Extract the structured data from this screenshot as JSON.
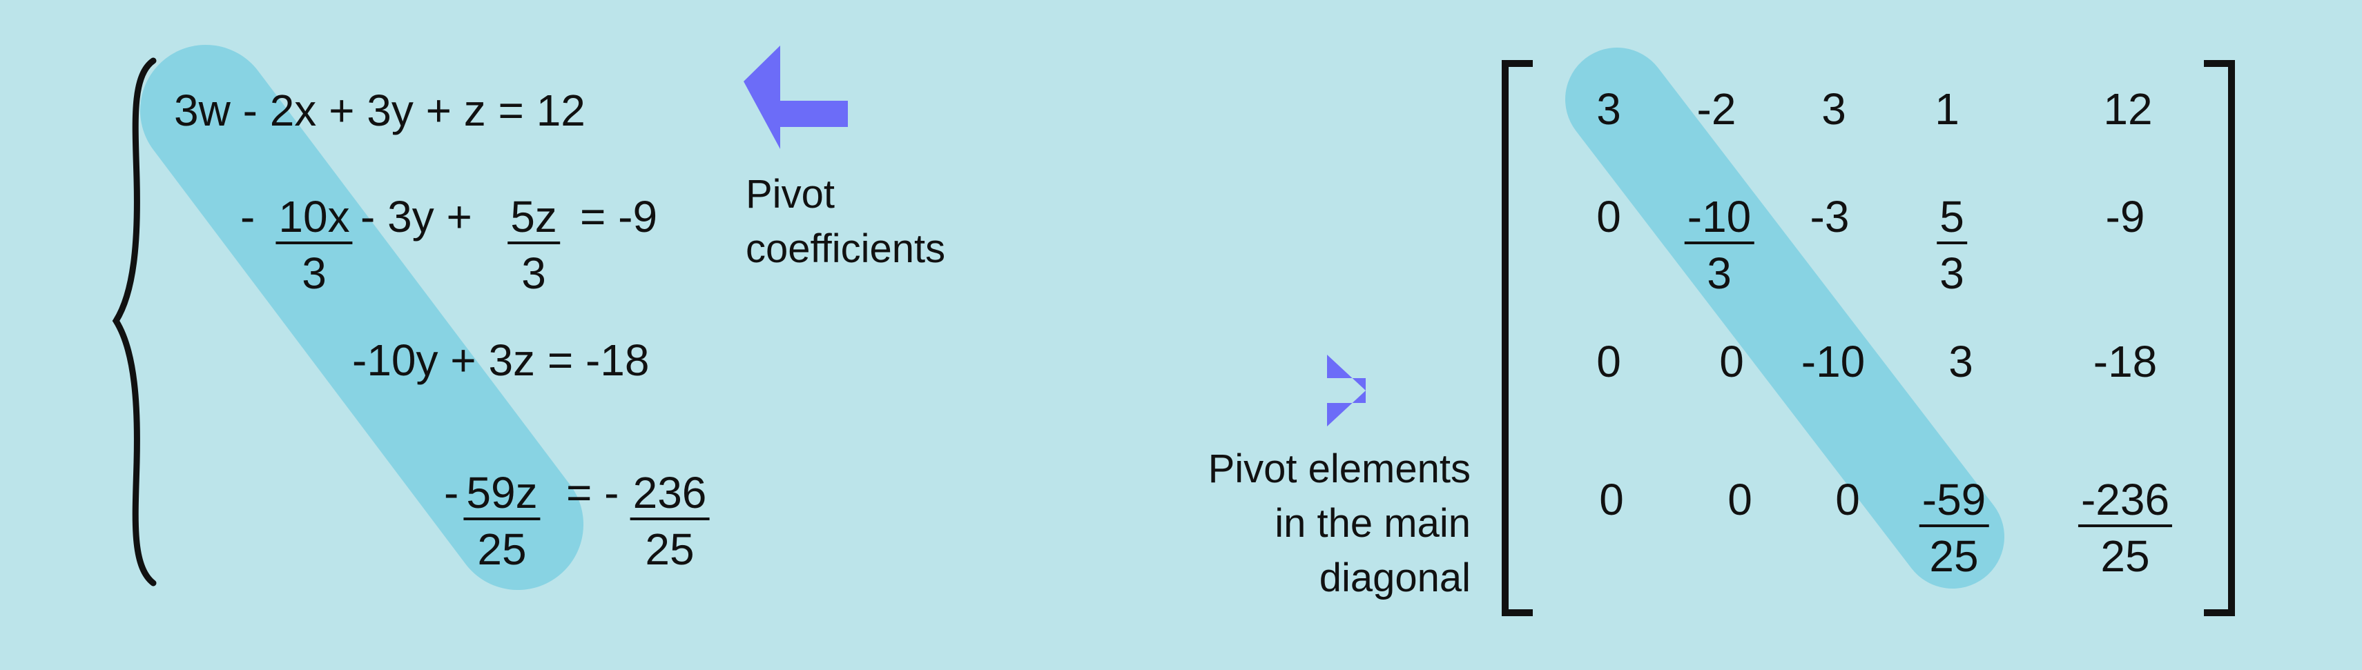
{
  "equations": {
    "row1": {
      "text": "3w - 2x + 3y +   z =  12"
    },
    "row2": {
      "lead": "-",
      "frac1": {
        "num": "10x",
        "den": "3"
      },
      "mid": "- 3y +",
      "frac2": {
        "num": "5z",
        "den": "3"
      },
      "rhs": "=  -9"
    },
    "row3": {
      "text": "-10y + 3z =  -18"
    },
    "row4": {
      "lead": "-",
      "frac1": {
        "num": "59z",
        "den": "25"
      },
      "mid": "= -",
      "frac2": {
        "num": "236",
        "den": "25"
      }
    }
  },
  "labels": {
    "pivot_coefficients": [
      "Pivot",
      "coefficients"
    ],
    "pivot_elements": [
      "Pivot elements",
      "in the main",
      "diagonal"
    ]
  },
  "matrix": {
    "r1": [
      "3",
      "-2",
      "3",
      "1",
      "12"
    ],
    "r2": {
      "c1": "0",
      "c2": {
        "num": "-10",
        "den": "3"
      },
      "c3": "-3",
      "c4": {
        "num": "5",
        "den": "3"
      },
      "c5": "-9"
    },
    "r3": [
      "0",
      "0",
      "-10",
      "3",
      "-18"
    ],
    "r4": {
      "c1": "0",
      "c2": "0",
      "c3": "0",
      "c4": {
        "num": "-59",
        "den": "25"
      },
      "c5": {
        "num": "-236",
        "den": "25"
      }
    }
  },
  "colors": {
    "background": "#bce4ea",
    "highlight": "#88d3e3",
    "arrow": "#6c6cf8",
    "ink": "#111111"
  }
}
